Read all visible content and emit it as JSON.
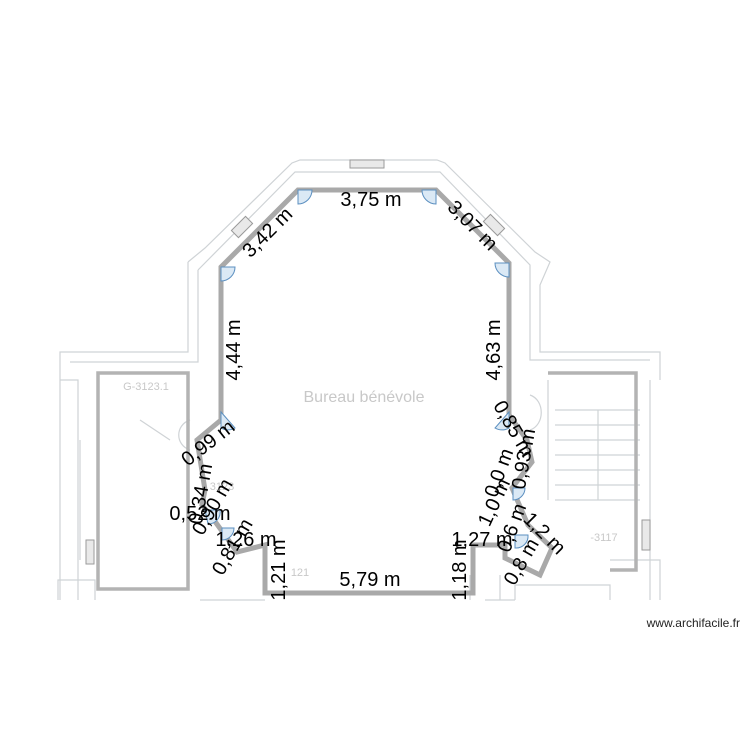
{
  "room_label": "Bureau bénévole",
  "neighbor_rooms": {
    "left_room": "G-3123.1",
    "left_small": "3123",
    "bottom_small": "121",
    "right_room": "-3117"
  },
  "dimensions": {
    "top": "3,75 m",
    "top_left_diag": "3,42 m",
    "top_right_diag": "3,07 m",
    "left_wall": "4,44 m",
    "right_wall": "4,63 m",
    "left_diag_small": "0,99 m",
    "left_small_1": "0,34 m",
    "left_small_2": "0,52 m",
    "left_small_3": "0,90 m",
    "left_small_4": "1,26 m",
    "left_small_5": "0,81 m",
    "bottom_left_vertical": "1,21 m",
    "bottom": "5,79 m",
    "bottom_right_vertical": "1,18 m",
    "right_bottom_horizontal": "1,27 m",
    "right_small_1": "0,85 m",
    "right_small_2": "0,93 m",
    "right_small_3": "0,0 m",
    "right_small_4": "1,0 m",
    "right_small_5": "1,2 m",
    "right_small_6": "0,8 m",
    "right_small_7": "0,6 m"
  },
  "credit": "www.archifacile.fr"
}
